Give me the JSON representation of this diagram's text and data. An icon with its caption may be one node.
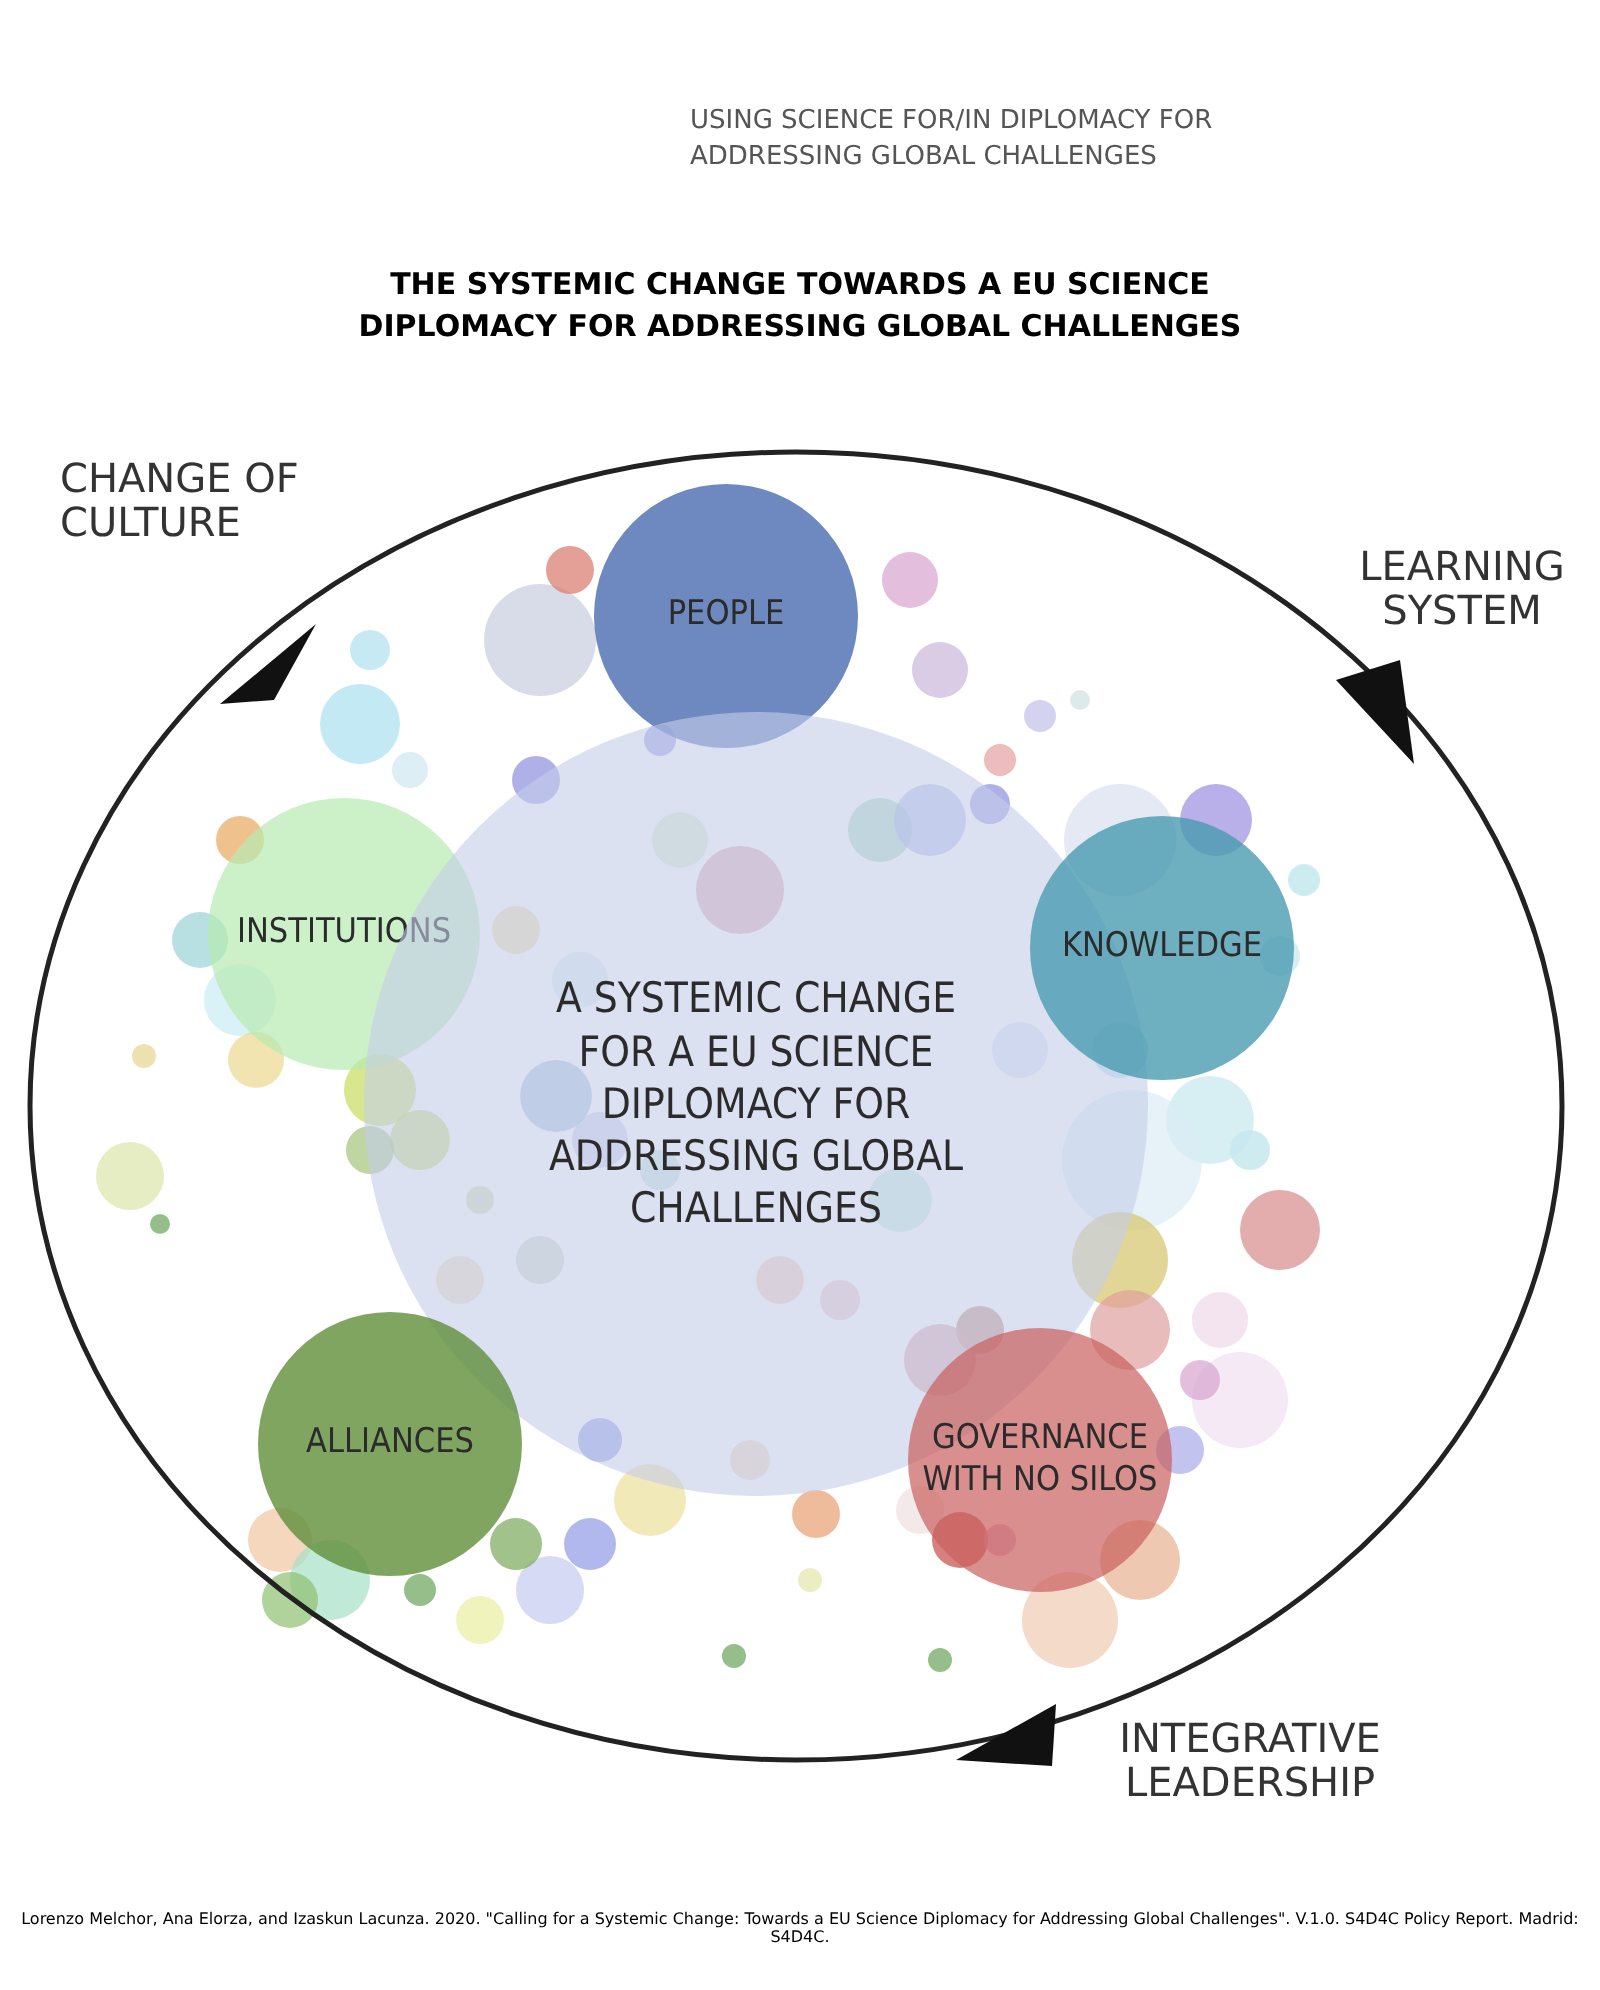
{
  "diagram": {
    "title": "THE SYSTEMIC CHANGE TOWARDS A EU SCIENCE DIPLOMACY FOR ADDRESSING GLOBAL CHALLENGES",
    "caption": "Lorenzo Melchor, Ana Elorza, and Izaskun Lacunza. 2020. \"Calling for a Systemic Change: Towards a EU Science Diplomacy for Addressing Global Challenges\". V.1.0. S4D4C Policy Report. Madrid: S4D4C.",
    "nodes": [
      {
        "text": [
          "PEOPLE"
        ]
      },
      {
        "text": [
          "INSTITUTIONS"
        ]
      },
      {
        "text": [
          "A SYSTEMIC CHANGE FOR A EU SCIENCE DIPLOMACY FOR ADDRESSING GLOBAL CHALLENGES"
        ]
      },
      {
        "text": [
          "KNOWLEDGE"
        ]
      },
      {
        "text": [
          "ALLIANCES"
        ]
      },
      {
        "text": [
          "GOVERNANCE WITH NO SILOS"
        ]
      }
    ],
    "edges": [],
    "labels": [
      "USING SCIENCE FOR/IN DIPLOMACY FOR ADDRESSING GLOBAL CHALLENGES",
      "CHANGE OF CULTURE",
      "LEARNING SYSTEM",
      "INTEGRATIVE LEADERSHIP"
    ]
  }
}
